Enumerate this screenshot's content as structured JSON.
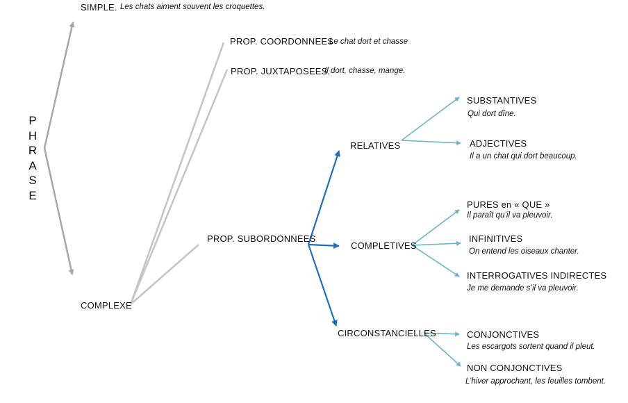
{
  "root": {
    "letters": [
      "P",
      "H",
      "R",
      "A",
      "S",
      "E"
    ]
  },
  "simple": {
    "label": "SIMPLE.",
    "example": "Les chats aiment souvent les croquettes."
  },
  "complexe": {
    "label": "COMPLEXE"
  },
  "coordonnees": {
    "label": "PROP. COORDONNEES",
    "example": "Le chat dort et chasse"
  },
  "juxtaposees": {
    "label": "PROP. JUXTAPOSEES.",
    "example": "Il dort, chasse, mange."
  },
  "subordonnees": {
    "label": "PROP. SUBORDONNEES"
  },
  "relatives": {
    "label": "RELATIVES",
    "children": [
      {
        "label": "SUBSTANTIVES",
        "example": "Qui dort dîne."
      },
      {
        "label": "ADJECTIVES",
        "example": "Il a un chat qui  dort beaucoup."
      }
    ]
  },
  "completives": {
    "label": "COMPLETIVES",
    "children": [
      {
        "label": "PURES en « QUE »",
        "example": "Il paraît qu’il va pleuvoir."
      },
      {
        "label": "INFINITIVES",
        "example": "On entend les oiseaux chanter."
      },
      {
        "label": "INTERROGATIVES INDIRECTES",
        "example": "Je me demande s’il va pleuvoir."
      }
    ]
  },
  "circonstancielles": {
    "label": "CIRCONSTANCIELLES",
    "children": [
      {
        "label": "CONJONCTIVES",
        "example": "Les escargots sortent quand il pleut."
      },
      {
        "label": "NON CONJONCTIVES",
        "example": "L’hiver approchant, les feuilles tombent."
      }
    ]
  },
  "colors": {
    "grey": "#a6a6a6",
    "lightgrey": "#c4c4c4",
    "blue": "#1f6fbf",
    "teal": "#6ab4cc"
  }
}
